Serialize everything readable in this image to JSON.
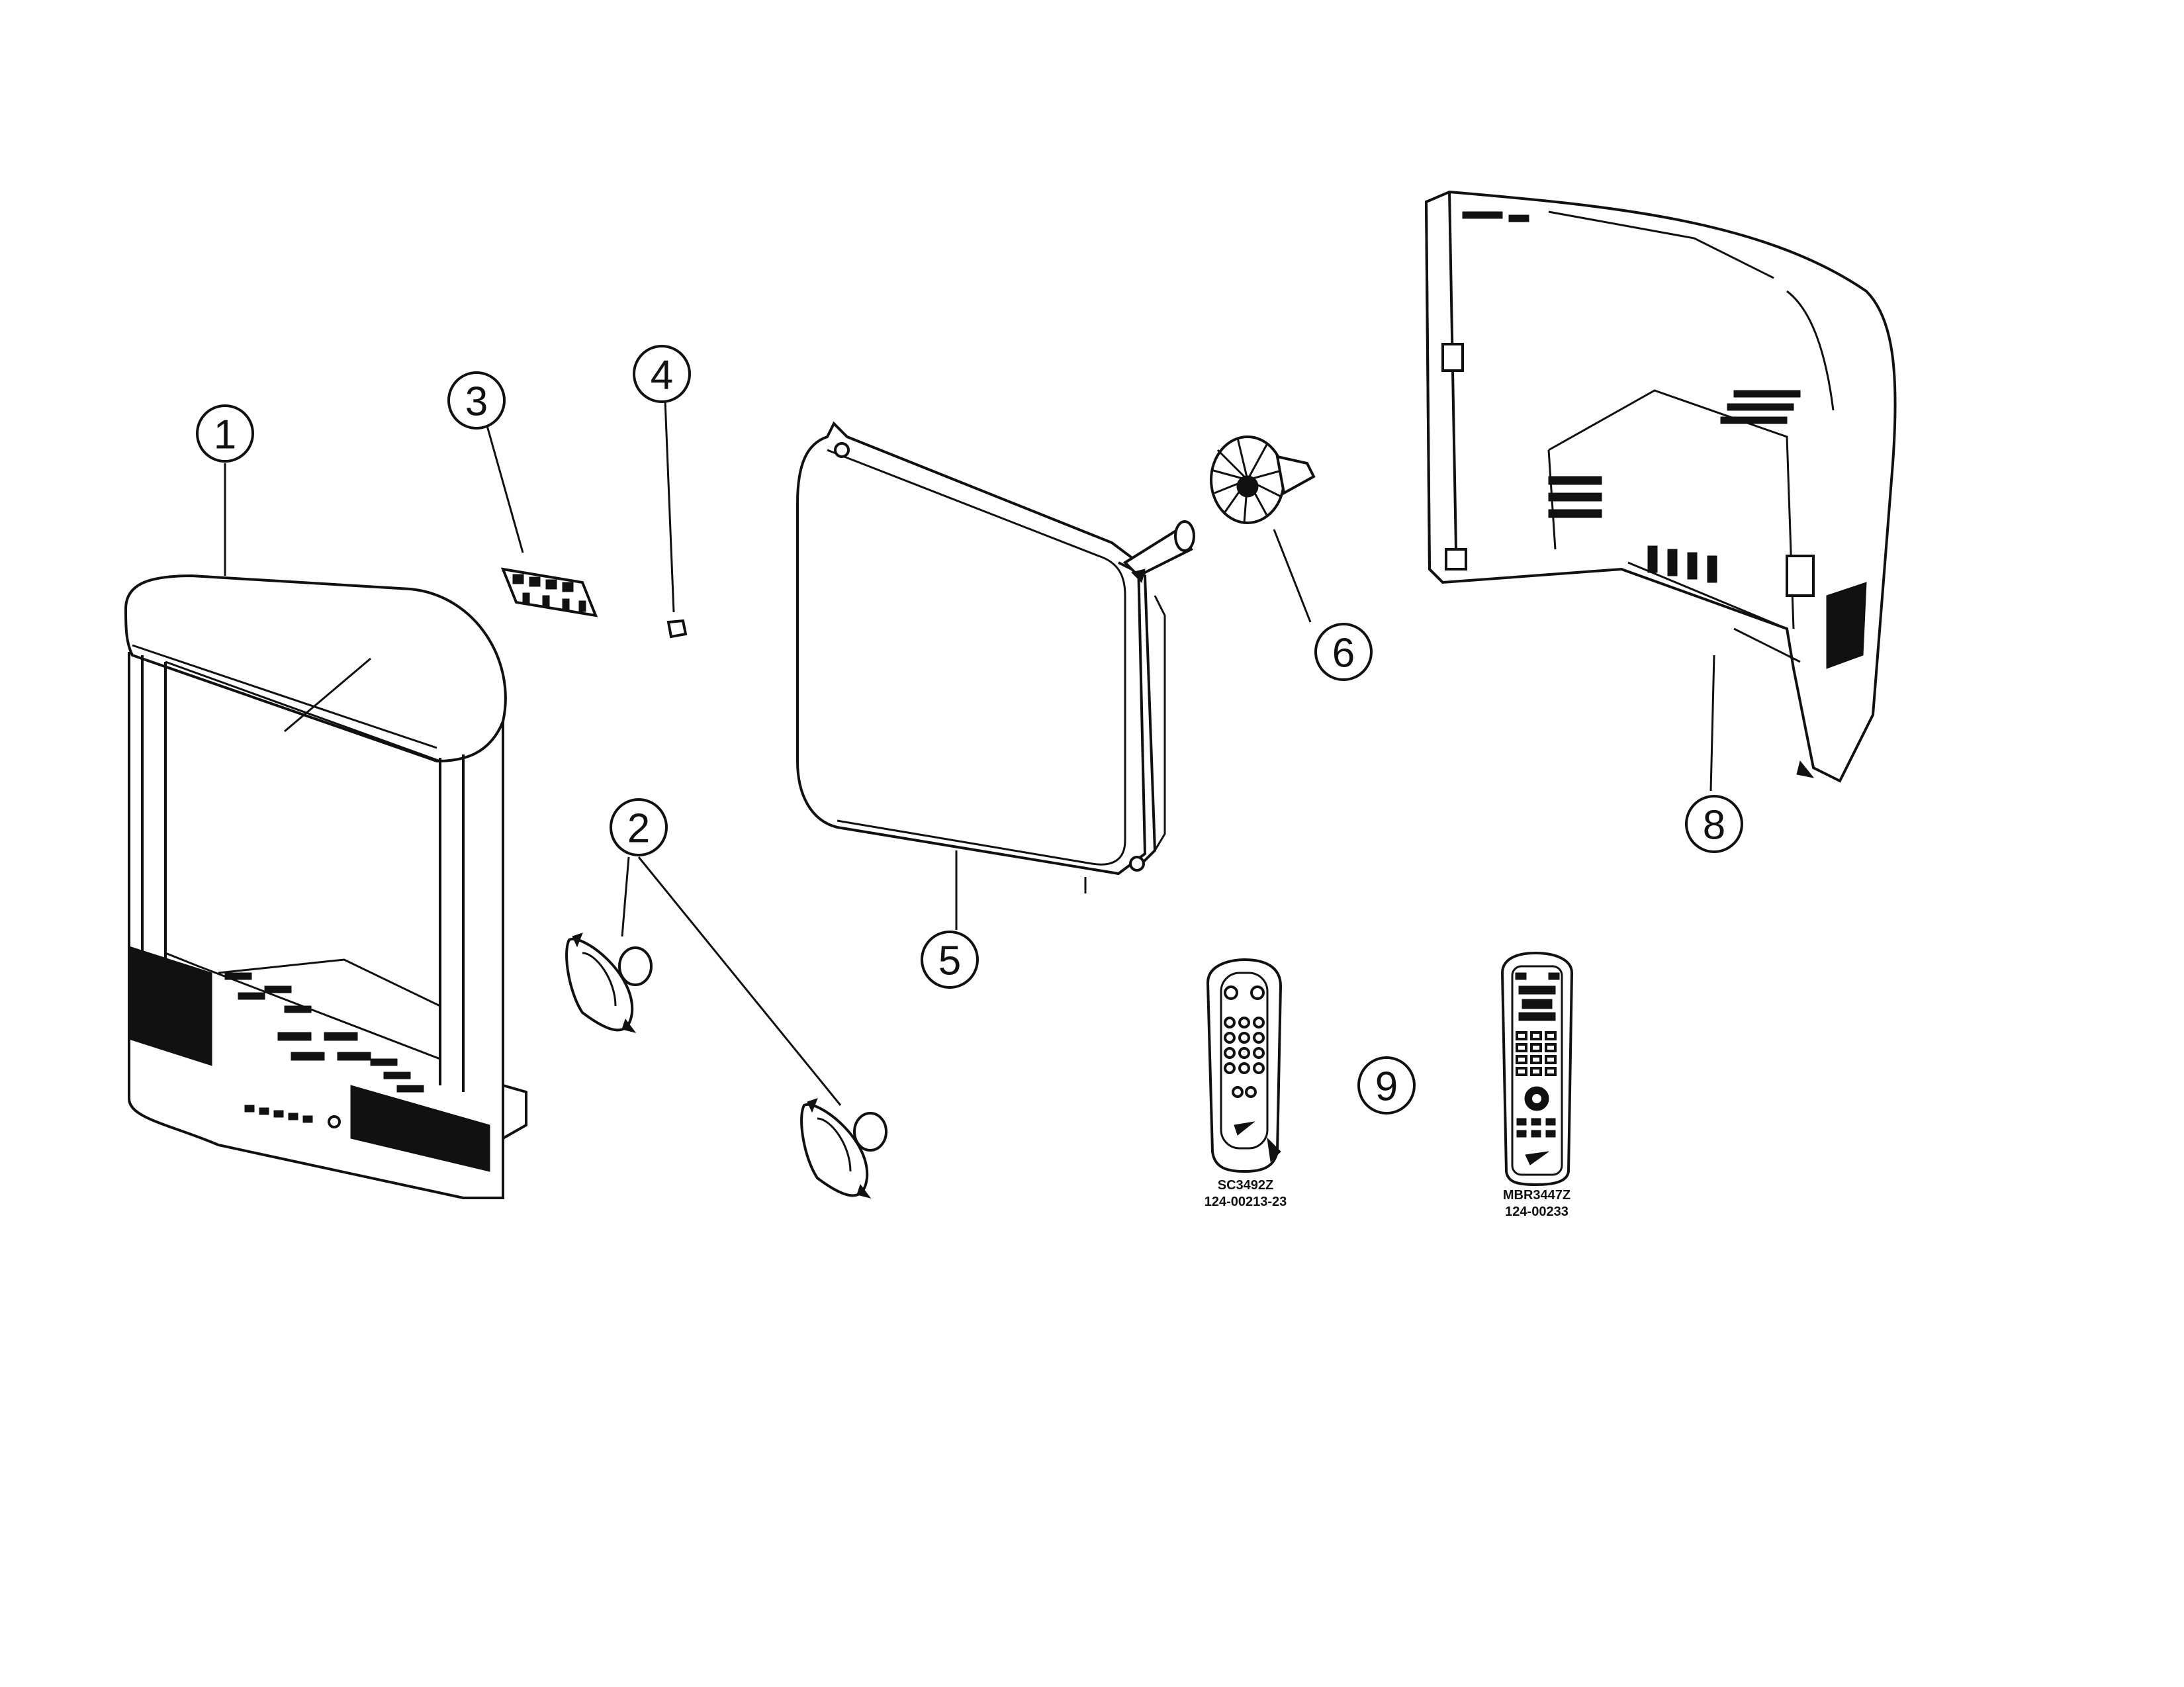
{
  "callouts": [
    "1",
    "2",
    "3",
    "4",
    "5",
    "6",
    "8",
    "9"
  ],
  "remotes": [
    {
      "model": "SC3492Z",
      "part": "124-00213-23"
    },
    {
      "model": "MBR3447Z",
      "part": "124-00233"
    }
  ],
  "colors": {
    "ink": "#111111",
    "background": "#ffffff"
  }
}
